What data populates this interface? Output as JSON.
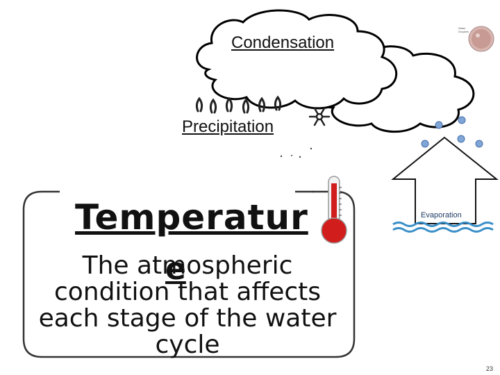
{
  "diagram": {
    "condensation_label": "Condensation",
    "precipitation_label": "Precipitation",
    "evaporation_label": "Evaporation",
    "droplet_caption": "Water Droplets"
  },
  "definition_card": {
    "term_main": "Temperatur",
    "term_tail": "e",
    "definition": "The atmospheric condition that affects each stage of the water cycle"
  },
  "footer": {
    "slide_number": "23"
  }
}
